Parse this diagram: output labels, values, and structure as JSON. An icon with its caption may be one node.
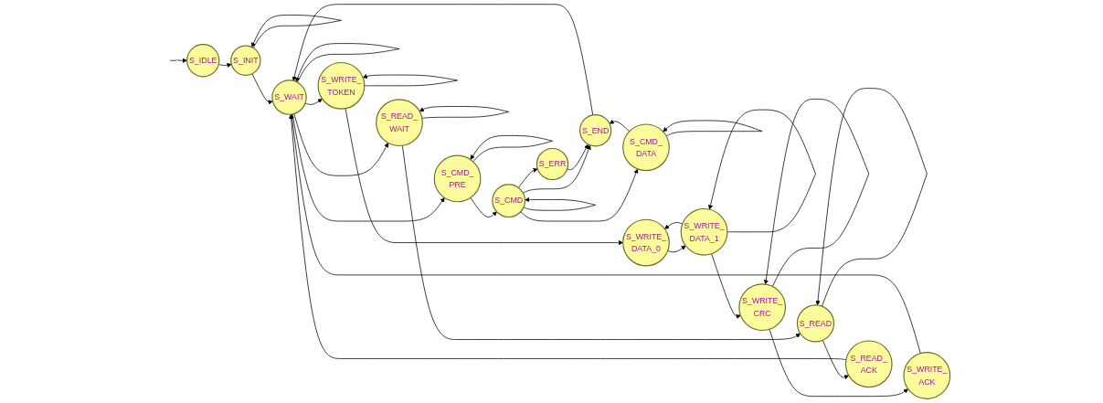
{
  "diagram": {
    "nodes": [
      {
        "text": [
          "S_IDLE"
        ]
      },
      {
        "text": [
          "S_INIT"
        ]
      },
      {
        "text": [
          "S_WAIT"
        ]
      },
      {
        "text": [
          "S_WRITE_TOKEN"
        ]
      },
      {
        "text": [
          "S_READ_WAIT"
        ]
      },
      {
        "text": [
          "S_CMD_PRE"
        ]
      },
      {
        "text": [
          "S_CMD"
        ]
      },
      {
        "text": [
          "S_ERR"
        ]
      },
      {
        "text": [
          "S_END"
        ]
      },
      {
        "text": [
          "S_CMD_DATA"
        ]
      },
      {
        "text": [
          "S_WRITE_DATA_1"
        ]
      },
      {
        "text": [
          "S_WRITE_DATA_0"
        ]
      },
      {
        "text": [
          "S_WRITE_CRC"
        ]
      },
      {
        "text": [
          "S_READ"
        ]
      },
      {
        "text": [
          "S_READ_ACK"
        ]
      },
      {
        "text": [
          "S_WRITE_ACK"
        ]
      }
    ],
    "edges": [
      {
        "from": null,
        "to": 0,
        "arrow": "to",
        "label": "~"
      },
      {
        "from": 0,
        "to": 1,
        "arrow": "to"
      },
      {
        "from": 1,
        "to": 1,
        "arrow": "to"
      },
      {
        "from": 1,
        "to": 2,
        "arrow": "to"
      },
      {
        "from": 2,
        "to": 2,
        "arrow": "to"
      },
      {
        "from": 2,
        "to": 3,
        "arrow": "to"
      },
      {
        "from": 2,
        "to": 4,
        "arrow": "to"
      },
      {
        "from": 2,
        "to": 5,
        "arrow": "to"
      },
      {
        "from": 3,
        "to": 3,
        "arrow": "to"
      },
      {
        "from": 3,
        "to": 11,
        "arrow": "to"
      },
      {
        "from": 4,
        "to": 4,
        "arrow": "to"
      },
      {
        "from": 4,
        "to": 13,
        "arrow": "to"
      },
      {
        "from": 5,
        "to": 5,
        "arrow": "to"
      },
      {
        "from": 5,
        "to": 6,
        "arrow": "to"
      },
      {
        "from": 6,
        "to": 6,
        "arrow": "to"
      },
      {
        "from": 6,
        "to": 7,
        "arrow": "to"
      },
      {
        "from": 6,
        "to": 8,
        "arrow": "to"
      },
      {
        "from": 6,
        "to": 9,
        "arrow": "to"
      },
      {
        "from": 7,
        "to": 8,
        "arrow": "to"
      },
      {
        "from": 8,
        "to": 2,
        "arrow": "to"
      },
      {
        "from": 9,
        "to": 8,
        "arrow": "to"
      },
      {
        "from": 9,
        "to": 9,
        "arrow": "to"
      },
      {
        "from": 10,
        "to": 10,
        "arrow": "to"
      },
      {
        "from": 10,
        "to": 11,
        "arrow": "to"
      },
      {
        "from": 10,
        "to": 12,
        "arrow": "to"
      },
      {
        "from": 11,
        "to": 10,
        "arrow": "to"
      },
      {
        "from": 12,
        "to": 12,
        "arrow": "to"
      },
      {
        "from": 12,
        "to": 15,
        "arrow": "to"
      },
      {
        "from": 13,
        "to": 13,
        "arrow": "to"
      },
      {
        "from": 13,
        "to": 14,
        "arrow": "to"
      },
      {
        "from": 14,
        "to": 2,
        "arrow": "to"
      },
      {
        "from": 15,
        "to": 2,
        "arrow": "to"
      }
    ]
  }
}
